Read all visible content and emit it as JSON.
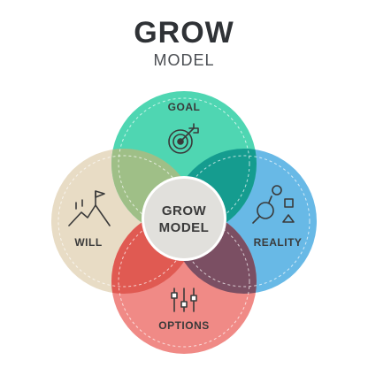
{
  "header": {
    "title": "GROW",
    "subtitle": "MODEL"
  },
  "diagram": {
    "center_label_line1": "GROW",
    "center_label_line2": "MODEL",
    "petals": [
      {
        "id": "goal",
        "label": "GOAL",
        "icon": "target-icon",
        "color": "#4fd6b2"
      },
      {
        "id": "reality",
        "label": "REALITY",
        "icon": "magnifier-shapes-icon",
        "color": "#68b9e6"
      },
      {
        "id": "options",
        "label": "OPTIONS",
        "icon": "sliders-icon",
        "color": "#f08a86"
      },
      {
        "id": "will",
        "label": "WILL",
        "icon": "mountain-flag-icon",
        "color": "#e8dcc5"
      }
    ],
    "overlap_colors": {
      "goal_will": "#9fbf87",
      "goal_reality": "#159c8f",
      "options_will": "#e05a52",
      "reality_options": "#7b4f63"
    },
    "center_color": "#e1e0dc"
  }
}
